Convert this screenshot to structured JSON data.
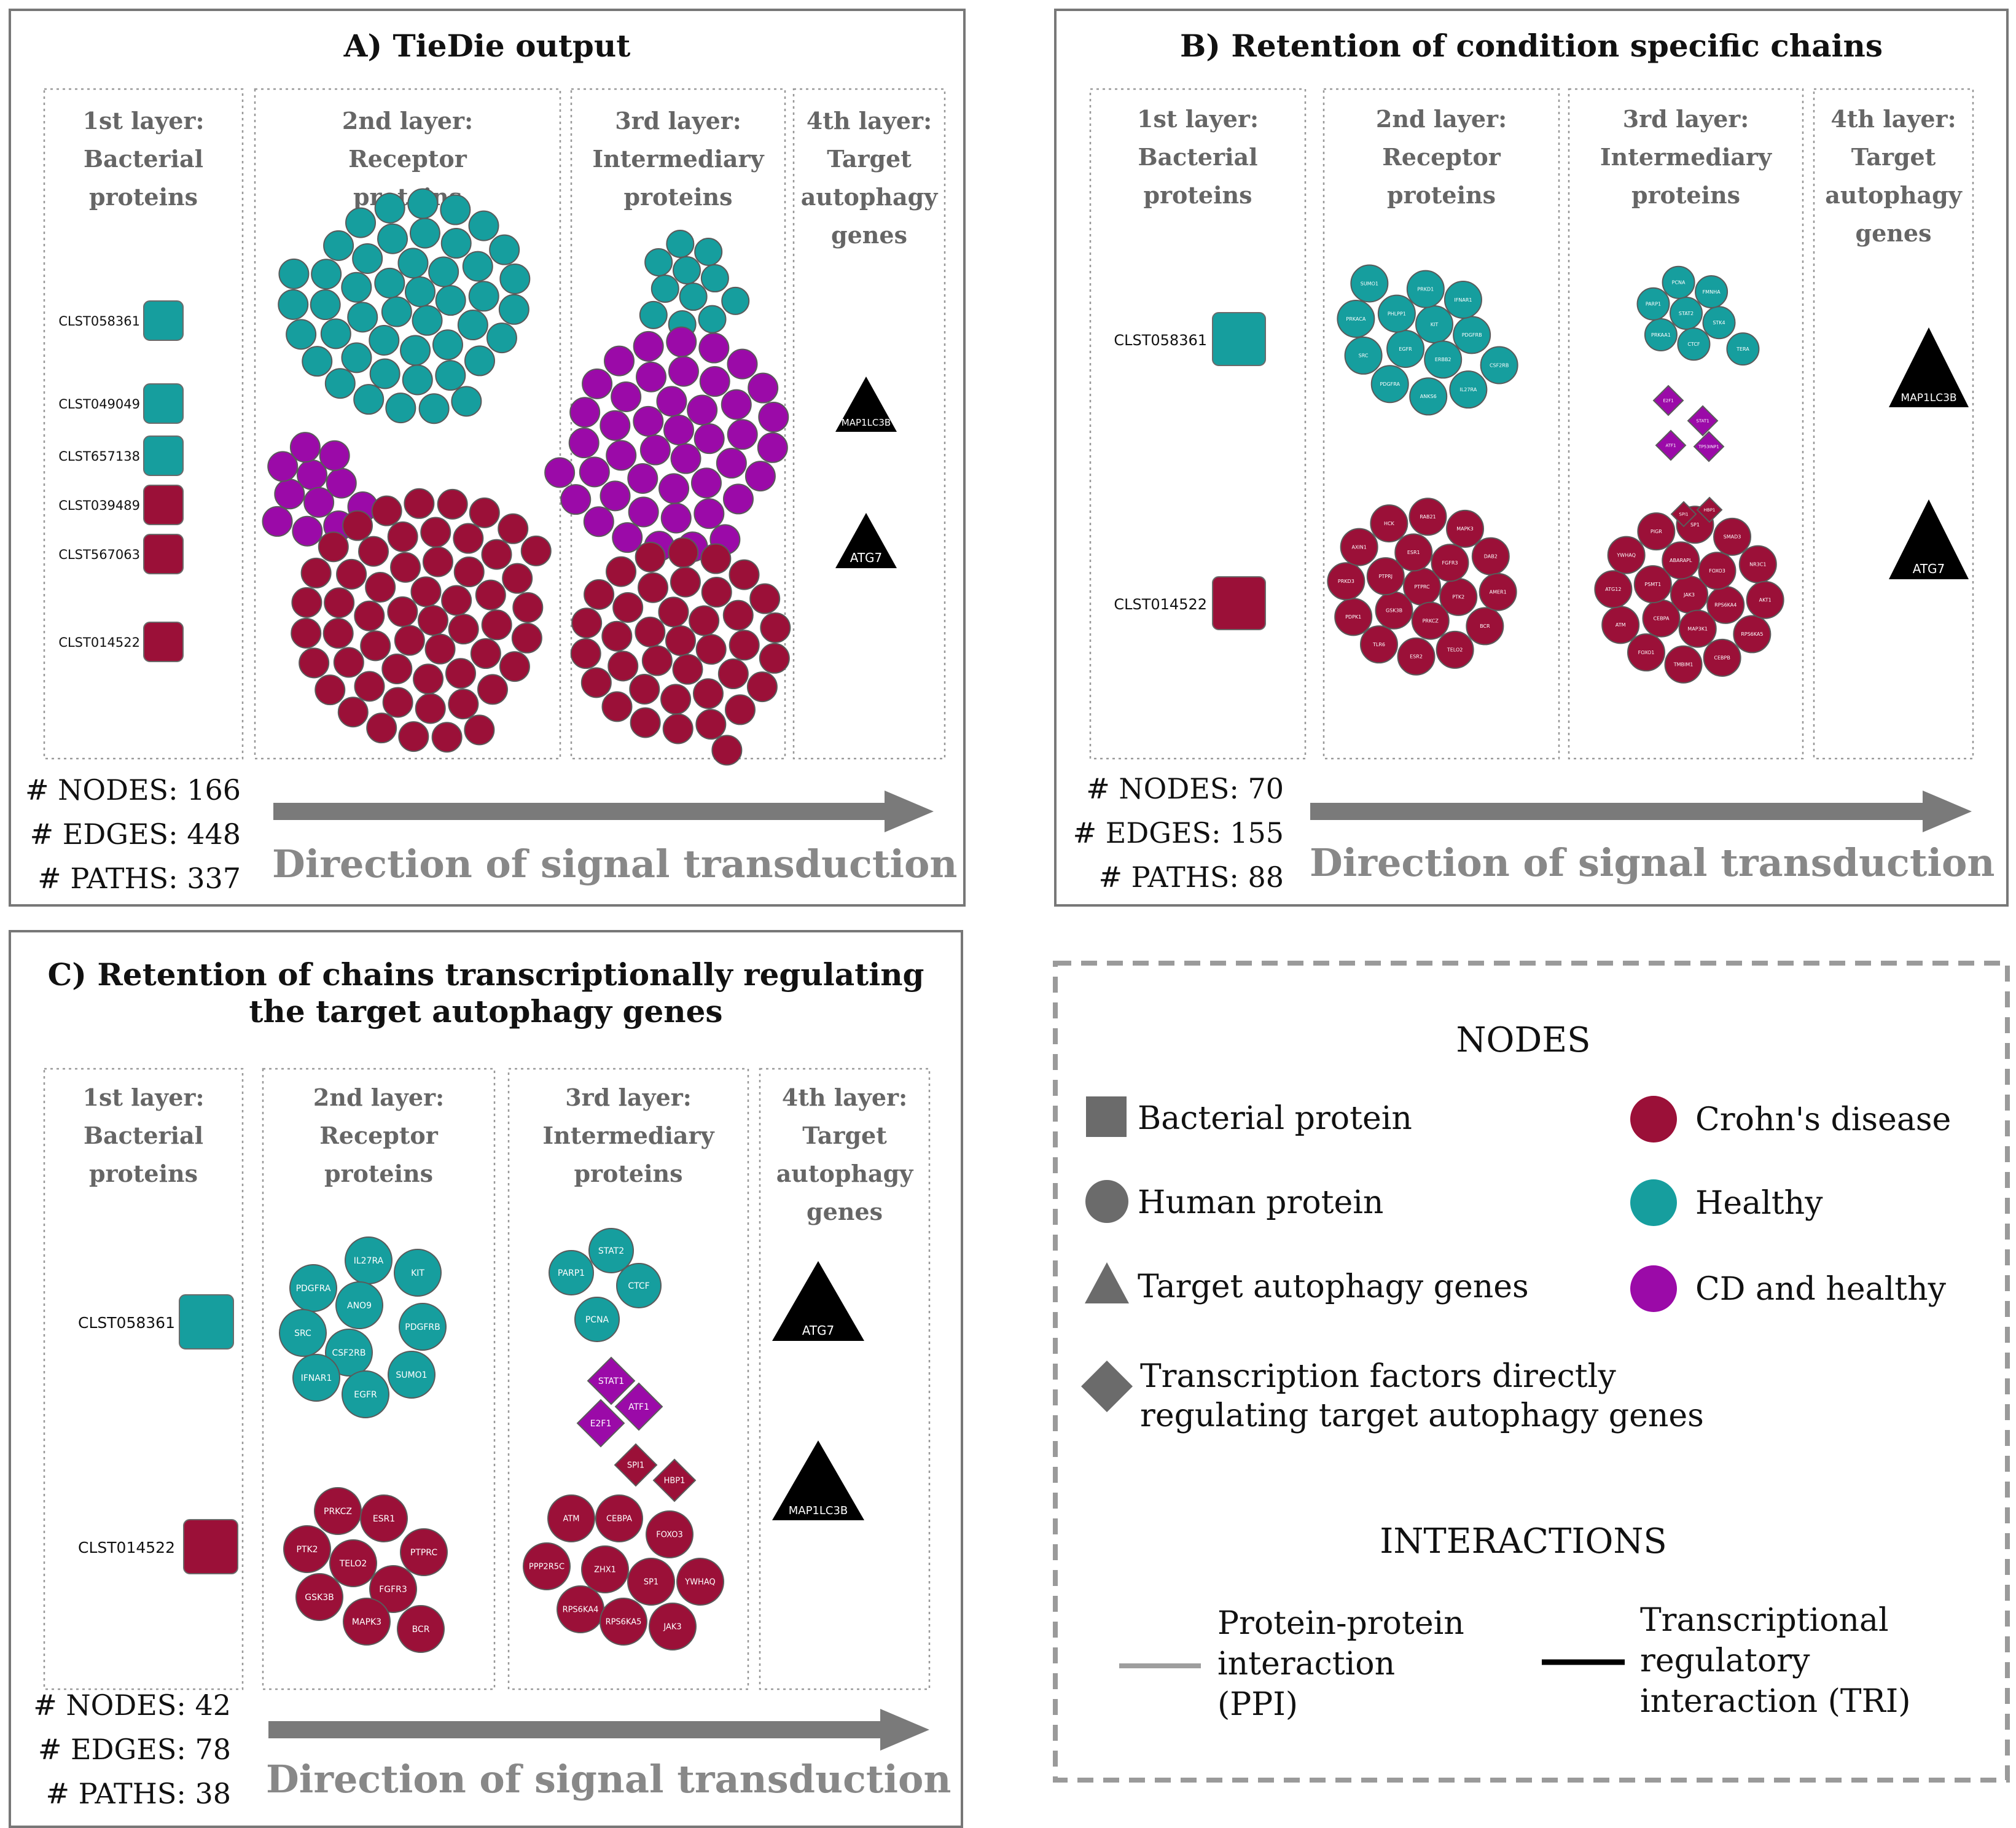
{
  "colors": {
    "crohns": "#9b1038",
    "healthy": "#169e9e",
    "both": "#9b0aa8",
    "target": "#000000",
    "legend_gray": "#6b6b6b",
    "ppi_edge": "#c8c8c8",
    "tri_edge": "#222222",
    "layer_label": "#666666"
  },
  "panels": [
    {
      "id": "A",
      "title": "A) TieDie output",
      "layers": [
        [
          "1st layer:",
          "Bacterial",
          "proteins"
        ],
        [
          "2nd layer:",
          "Receptor",
          "proteins"
        ],
        [
          "3rd layer:",
          "Intermediary",
          "proteins"
        ],
        [
          "4th layer:",
          "Target",
          "autophagy",
          "genes"
        ]
      ],
      "bacterial": [
        {
          "label": "CLST058361",
          "cls": "healthy"
        },
        {
          "label": "CLST049049",
          "cls": "healthy"
        },
        {
          "label": "CLST657138",
          "cls": "healthy"
        },
        {
          "label": "CLST039489",
          "cls": "crohns"
        },
        {
          "label": "CLST567063",
          "cls": "crohns"
        },
        {
          "label": "CLST014522",
          "cls": "crohns"
        }
      ],
      "targets": [
        "MAP1LC3B",
        "ATG7"
      ],
      "stats": [
        "# NODES: 166",
        "# EDGES: 448",
        "# PATHS: 337"
      ],
      "direction": "Direction of signal transduction"
    },
    {
      "id": "B",
      "title": "B) Retention of condition specific chains",
      "layers": [
        [
          "1st layer:",
          "Bacterial",
          "proteins"
        ],
        [
          "2nd layer:",
          "Receptor",
          "proteins"
        ],
        [
          "3rd layer:",
          "Intermediary",
          "proteins"
        ],
        [
          "4th layer:",
          "Target",
          "autophagy",
          "genes"
        ]
      ],
      "bacterial": [
        {
          "label": "CLST058361",
          "cls": "healthy"
        },
        {
          "label": "CLST014522",
          "cls": "crohns"
        }
      ],
      "receptor_healthy": [
        "KIT",
        "PDGFRB",
        "ERBB2",
        "EGFR",
        "PHLPP1",
        "PRKD1",
        "IFNAR1",
        "CSF2RB",
        "IL27RA",
        "ANKS6",
        "PDGFRA",
        "SRC",
        "PRKACA",
        "SUMO1"
      ],
      "receptor_crohns": [
        "PTPRC",
        "PTK2",
        "PRKCZ",
        "GSK3B",
        "PTPRJ",
        "ESR1",
        "FGFR3",
        "BCR",
        "TELO2",
        "ESR2",
        "TLR6",
        "PDPK1",
        "PRKD3",
        "AXIN1",
        "HCK",
        "RAB21",
        "MAPK3",
        "DAB2",
        "AMER1"
      ],
      "inter_healthy": [
        "STAT2",
        "STK4",
        "CTCF",
        "PRKAA1",
        "PARP1",
        "PCNA",
        "FMNHA",
        "TERA"
      ],
      "inter_both": [
        "E2F1",
        "STAT1",
        "ATF1",
        "TP53INP1"
      ],
      "inter_crohn_tf": [
        "SPI1",
        "HBP1"
      ],
      "inter_crohns": [
        "JAK3",
        "RPS6KA4",
        "MAP3K1",
        "CEBPA",
        "PSMT1",
        "ABARAPL",
        "FOXO3",
        "RPS6KA5",
        "CEBPB",
        "TMBIM1",
        "FOXO1",
        "ATM",
        "ATG12",
        "YWHAQ",
        "PIGR",
        "SP1",
        "SMAD3",
        "NR3C1",
        "AKT1"
      ],
      "targets": [
        "MAP1LC3B",
        "ATG7"
      ],
      "stats": [
        "# NODES: 70",
        "# EDGES: 155",
        "# PATHS: 88"
      ],
      "direction": "Direction of signal transduction"
    },
    {
      "id": "C",
      "title": [
        "C) Retention of chains transcriptionally regulating",
        "the target autophagy genes"
      ],
      "layers": [
        [
          "1st layer:",
          "Bacterial",
          "proteins"
        ],
        [
          "2nd layer:",
          "Receptor",
          "proteins"
        ],
        [
          "3rd layer:",
          "Intermediary",
          "proteins"
        ],
        [
          "4th layer:",
          "Target",
          "autophagy",
          "genes"
        ]
      ],
      "bacterial": [
        {
          "label": "CLST058361",
          "cls": "healthy"
        },
        {
          "label": "CLST014522",
          "cls": "crohns"
        }
      ],
      "receptor_healthy": [
        "IL27RA",
        "KIT",
        "PDGFRA",
        "ANO9",
        "SRC",
        "CSF2RB",
        "PDGFRB",
        "IFNAR1",
        "EGFR",
        "SUMO1"
      ],
      "receptor_crohns": [
        "PRKCZ",
        "ESR1",
        "PTK2",
        "TELO2",
        "PTPRC",
        "GSK3B",
        "FGFR3",
        "MAPK3",
        "BCR"
      ],
      "inter_healthy": [
        "STAT2",
        "PARP1",
        "CTCF",
        "PCNA"
      ],
      "inter_both": [
        "STAT1",
        "ATF1",
        "E2F1"
      ],
      "inter_crohn_tf": [
        "SPI1",
        "HBP1"
      ],
      "inter_crohns": [
        "ATM",
        "CEBPA",
        "FOXO3",
        "PPP2R5C",
        "ZHX1",
        "SP1",
        "YWHAQ",
        "RPS6KA4",
        "RPS6KA5",
        "JAK3"
      ],
      "targets": [
        "ATG7",
        "MAP1LC3B"
      ],
      "stats": [
        "# NODES: 42",
        "# EDGES: 78",
        "# PATHS: 38"
      ],
      "direction": "Direction of signal transduction"
    }
  ],
  "legend": {
    "nodes_title": "NODES",
    "shapes": [
      {
        "icon": "square",
        "label": "Bacterial protein"
      },
      {
        "icon": "circle",
        "label": "Human protein"
      },
      {
        "icon": "triangle",
        "label": "Target autophagy genes"
      },
      {
        "icon": "diamond",
        "label": [
          "Transcription factors directly",
          "regulating target autophagy genes"
        ]
      }
    ],
    "colors": [
      {
        "cls": "crohns",
        "label": "Crohn's disease"
      },
      {
        "cls": "healthy",
        "label": "Healthy"
      },
      {
        "cls": "both",
        "label": "CD and healthy"
      }
    ],
    "interactions_title": "INTERACTIONS",
    "ppi": [
      "Protein-protein",
      "interaction",
      "(PPI)"
    ],
    "tri": [
      "Transcriptional",
      "regulatory",
      "interaction (TRI)"
    ]
  }
}
